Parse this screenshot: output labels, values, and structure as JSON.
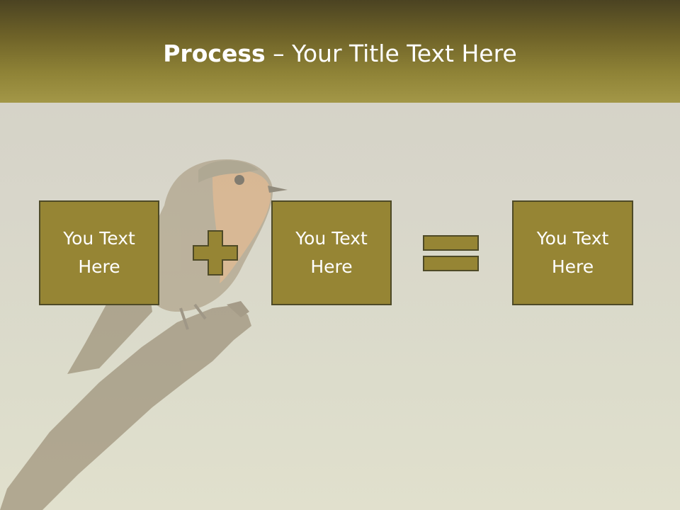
{
  "slide": {
    "title_bold": "Process",
    "title_rest": " – Your Title Text Here"
  },
  "process": {
    "step1": "You Text Here",
    "step2": "You Text Here",
    "result": "You Text Here",
    "operator1_icon": "plus-icon",
    "operator2_icon": "equals-icon"
  },
  "colors": {
    "header_top": "#4b4322",
    "header_bottom": "#a39747",
    "box_fill": "#968534",
    "box_border": "#4e4a27",
    "text": "#ffffff"
  }
}
